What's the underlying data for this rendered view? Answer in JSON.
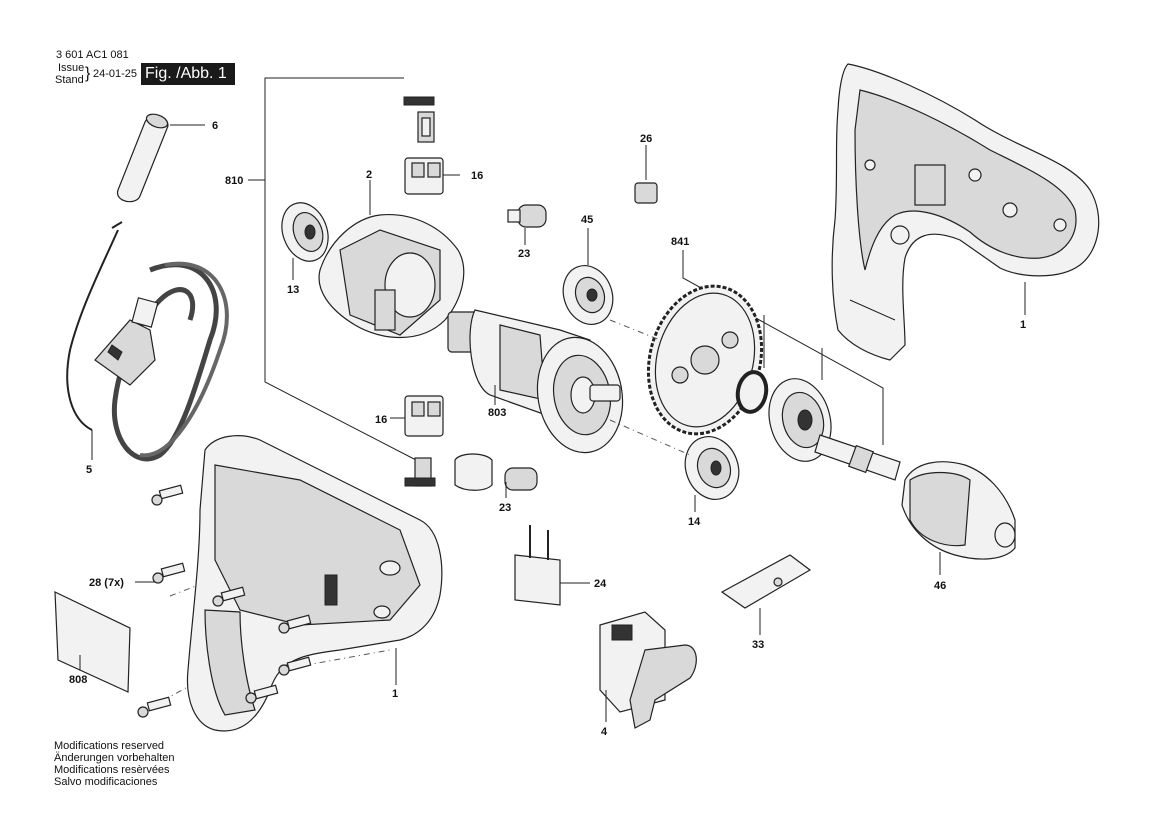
{
  "header": {
    "doc_number": "3 601 AC1 081",
    "issue_label": "Issue",
    "stand_label": "Stand",
    "date": "24-01-25",
    "figure_label": "Fig. /Abb. 1"
  },
  "notes": [
    "Modifications reserved",
    "Änderungen vorbehalten",
    "Modifications resèrvées",
    "Salvo modificaciones"
  ],
  "parts": {
    "p6": "6",
    "p810": "810",
    "p2": "2",
    "p16a": "16",
    "p16b": "16",
    "p13": "13",
    "p5": "5",
    "p26": "26",
    "p23a": "23",
    "p23b": "23",
    "p45": "45",
    "p841": "841",
    "p1a": "1",
    "p1b": "1",
    "p803": "803",
    "p14": "14",
    "p46": "46",
    "p24": "24",
    "p28": "28 (7x)",
    "p808": "808",
    "p33": "33",
    "p4": "4"
  }
}
